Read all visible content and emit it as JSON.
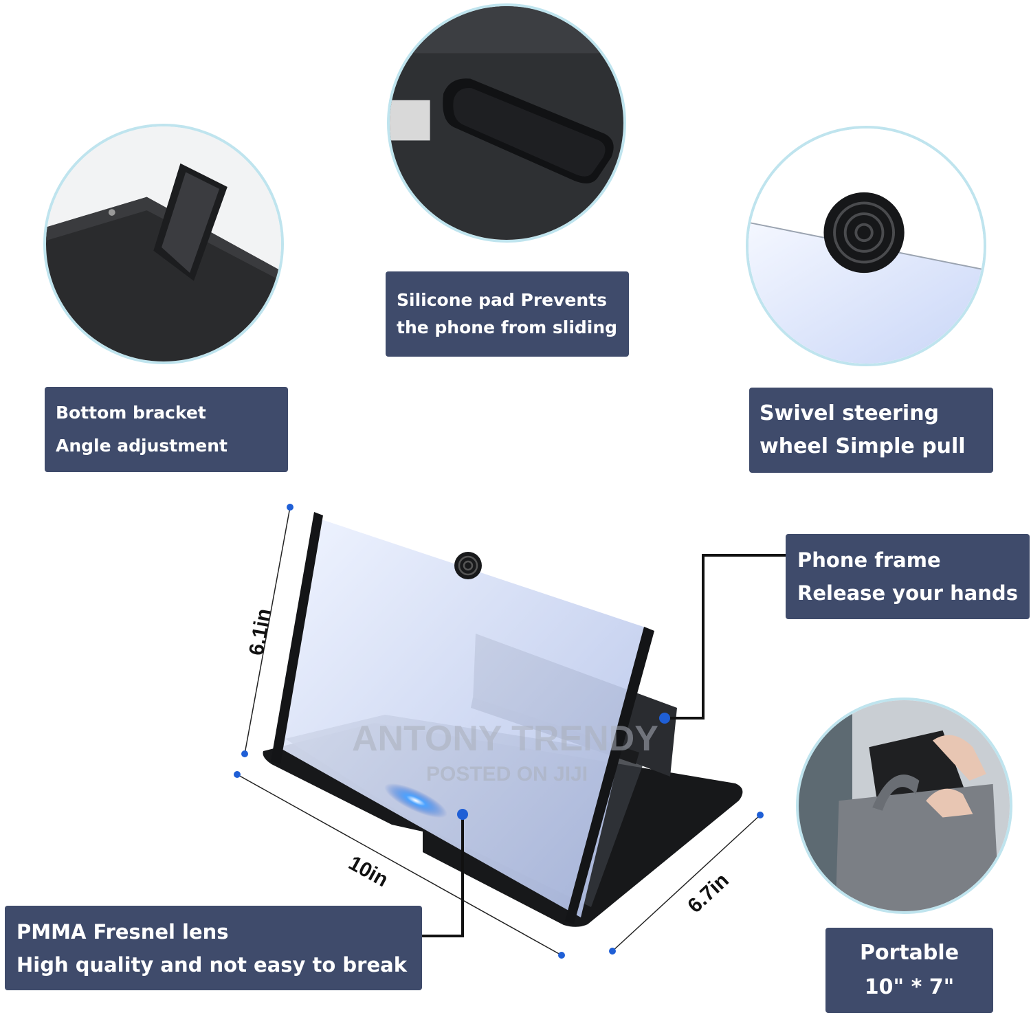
{
  "features": {
    "bracket": {
      "line1": "Bottom bracket",
      "line2": "Angle adjustment"
    },
    "silicone": {
      "line1": "Silicone pad Prevents",
      "line2": "the phone from sliding"
    },
    "swivel": {
      "line1": "Swivel steering",
      "line2": "wheel Simple pull"
    },
    "frame": {
      "line1": "Phone frame",
      "line2": "Release your hands"
    },
    "lens": {
      "line1": "PMMA Fresnel lens",
      "line2": "High quality and not easy to break"
    },
    "portable": {
      "line1": "Portable",
      "line2": "10\" * 7\""
    }
  },
  "dimensions": {
    "height": "6.1in",
    "width": "10in",
    "depth": "6.7in"
  },
  "watermark": {
    "line1": "ANTONY TRENDY",
    "line2": "POSTED ON JIJI"
  },
  "colors": {
    "label_bg": "#3f4b6b",
    "label_text": "#ffffff",
    "circle_border": "#bfe4ee",
    "dot": "#1f5fd6"
  }
}
